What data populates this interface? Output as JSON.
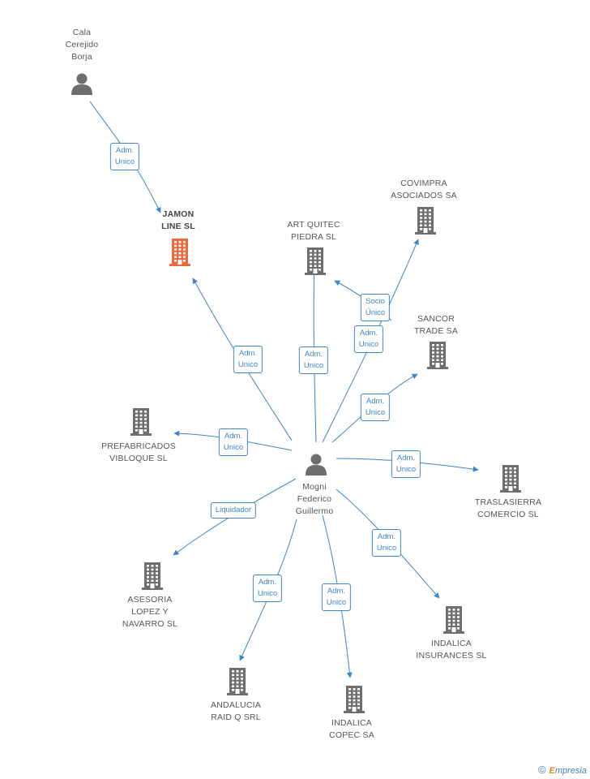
{
  "colors": {
    "edge": "#3d85c6",
    "building": "#6e6e6e",
    "focus_building": "#f0693c",
    "person": "#6e6e6e"
  },
  "nodes": {
    "cala": {
      "type": "person",
      "lines": [
        "Cala",
        "Cerejido",
        "Borja"
      ]
    },
    "jamon": {
      "type": "company-focus",
      "lines": [
        "JAMON",
        "LINE SL"
      ]
    },
    "artquitec": {
      "type": "company",
      "lines": [
        "ART QUITEC",
        "PIEDRA SL"
      ]
    },
    "covimpra": {
      "type": "company",
      "lines": [
        "COVIMPRA",
        "ASOCIADOS SA"
      ]
    },
    "sancor": {
      "type": "company",
      "lines": [
        "SANCOR",
        "TRADE SA"
      ]
    },
    "prefabricados": {
      "type": "company",
      "lines": [
        "PREFABRICADOS",
        "VIBLOQUE SL"
      ]
    },
    "mogni": {
      "type": "person",
      "lines": [
        "Mogni",
        "Federico",
        "Guillermo"
      ]
    },
    "traslasierra": {
      "type": "company",
      "lines": [
        "TRASLASIERRA",
        "COMERCIO SL"
      ]
    },
    "asesoria": {
      "type": "company",
      "lines": [
        "ASESORIA",
        "LOPEZ Y",
        "NAVARRO SL"
      ]
    },
    "indalica_ins": {
      "type": "company",
      "lines": [
        "INDALICA",
        "INSURANCES SL"
      ]
    },
    "andalucia": {
      "type": "company",
      "lines": [
        "ANDALUCIA",
        "RAID Q SRL"
      ]
    },
    "indalica_copec": {
      "type": "company",
      "lines": [
        "INDALICA",
        "COPEC SA"
      ]
    }
  },
  "edges": [
    {
      "from": "cala",
      "to": "jamon",
      "label": [
        "Adm.",
        "Unico"
      ]
    },
    {
      "from": "mogni",
      "to": "jamon",
      "label": [
        "Adm.",
        "Unico"
      ]
    },
    {
      "from": "mogni",
      "to": "artquitec",
      "label": [
        "Adm.",
        "Unico"
      ]
    },
    {
      "from": "sancor",
      "to": "artquitec",
      "label": [
        "Socio",
        "Único"
      ]
    },
    {
      "from": "mogni",
      "to": "covimpra",
      "label": [
        "Adm.",
        "Unico"
      ]
    },
    {
      "from": "mogni",
      "to": "sancor",
      "label": [
        "Adm.",
        "Unico"
      ]
    },
    {
      "from": "mogni",
      "to": "prefabricados",
      "label": [
        "Adm.",
        "Unico"
      ]
    },
    {
      "from": "mogni",
      "to": "traslasierra",
      "label": [
        "Adm.",
        "Unico"
      ]
    },
    {
      "from": "mogni",
      "to": "asesoria",
      "label": [
        "Liquidador"
      ]
    },
    {
      "from": "mogni",
      "to": "indalica_ins",
      "label": [
        "Adm.",
        "Unico"
      ]
    },
    {
      "from": "mogni",
      "to": "andalucia",
      "label": [
        "Adm.",
        "Unico"
      ]
    },
    {
      "from": "mogni",
      "to": "indalica_copec",
      "label": [
        "Adm.",
        "Unico"
      ]
    }
  ],
  "footer": {
    "copyright": "©",
    "brand_initial": "E",
    "brand_rest": "mpresia"
  }
}
